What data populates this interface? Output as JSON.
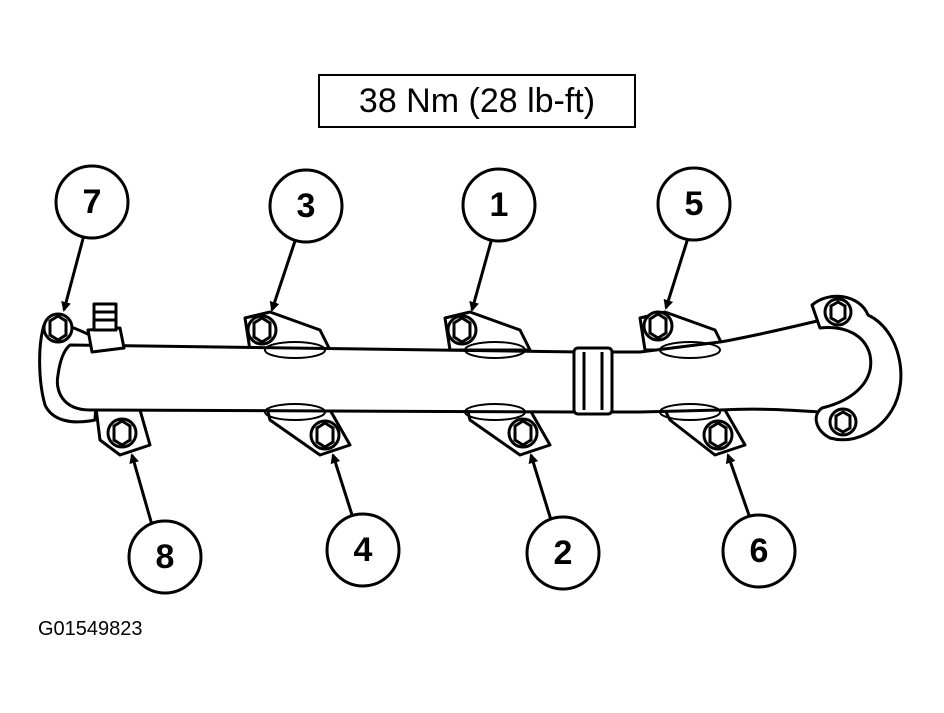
{
  "torque_spec": "38 Nm (28 lb-ft)",
  "figure_id": "G01549823",
  "callouts": [
    {
      "id": "callout-1",
      "label": "1"
    },
    {
      "id": "callout-2",
      "label": "2"
    },
    {
      "id": "callout-3",
      "label": "3"
    },
    {
      "id": "callout-4",
      "label": "4"
    },
    {
      "id": "callout-5",
      "label": "5"
    },
    {
      "id": "callout-6",
      "label": "6"
    },
    {
      "id": "callout-7",
      "label": "7"
    },
    {
      "id": "callout-8",
      "label": "8"
    }
  ],
  "colors": {
    "line": "#000000",
    "background": "#ffffff"
  },
  "part": "exhaust-manifold"
}
